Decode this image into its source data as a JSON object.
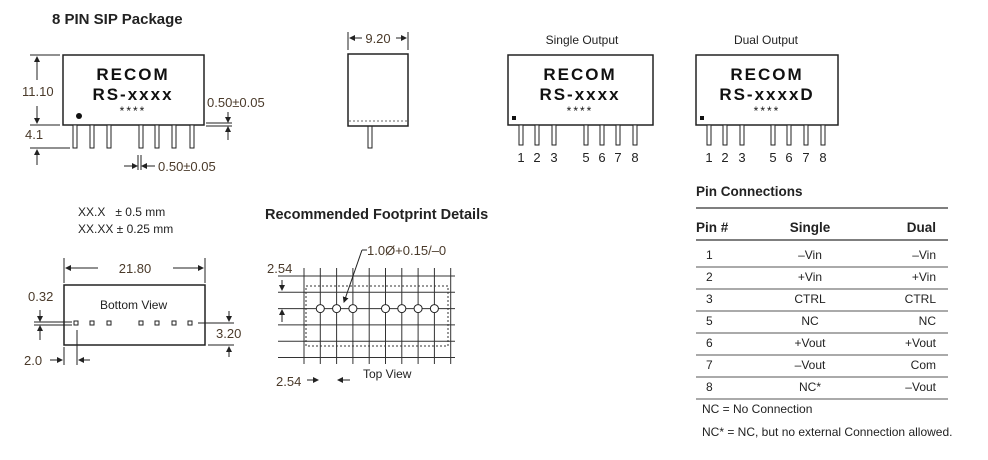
{
  "title": "8 PIN SIP Package",
  "front_view": {
    "brand": "RECOM",
    "model": "RS-xxxx",
    "stars": "****",
    "height": "11.10",
    "pin_length": "4.1",
    "pin_thickness": "0.50±0.05",
    "pin_width": "0.50±0.05"
  },
  "side_view": {
    "width": "9.20"
  },
  "single_output": {
    "label": "Single Output",
    "brand": "RECOM",
    "model": "RS-xxxx",
    "stars": "****",
    "pins": [
      "1",
      "2",
      "3",
      "5",
      "6",
      "7",
      "8"
    ]
  },
  "dual_output": {
    "label": "Dual Output",
    "brand": "RECOM",
    "model": "RS-xxxxD",
    "stars": "****",
    "pins": [
      "1",
      "2",
      "3",
      "5",
      "6",
      "7",
      "8"
    ]
  },
  "tolerances": [
    "XX.X   ± 0.5 mm",
    "XX.XX ± 0.25 mm"
  ],
  "bottom_view": {
    "label": "Bottom View",
    "length": "21.80",
    "offset_pin": "0.32",
    "depth": "3.20",
    "first_pin": "2.0"
  },
  "footprint": {
    "title": "Recommended Footprint Details",
    "hole": "1.0Ø+0.15/–0",
    "pitch_v": "2.54",
    "pitch_h": "2.54",
    "label": "Top View"
  },
  "pin_table": {
    "title": "Pin Connections",
    "headers": [
      "Pin #",
      "Single",
      "Dual"
    ],
    "rows": [
      [
        "1",
        "–Vin",
        "–Vin"
      ],
      [
        "2",
        "+Vin",
        "+Vin"
      ],
      [
        "3",
        "CTRL",
        "CTRL"
      ],
      [
        "5",
        "NC",
        "NC"
      ],
      [
        "6",
        "+Vout",
        "+Vout"
      ],
      [
        "7",
        "–Vout",
        "Com"
      ],
      [
        "8",
        "NC*",
        "–Vout"
      ]
    ],
    "notes": [
      "NC = No Connection",
      "NC* = NC, but no external Connection allowed."
    ]
  }
}
